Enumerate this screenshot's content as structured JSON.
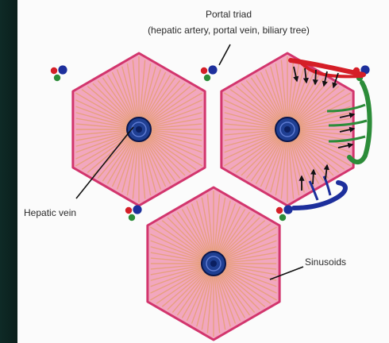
{
  "labels": {
    "portal_triad_title": "Portal triad",
    "portal_triad_sub": "(hepatic artery, portal vein, biliary tree)",
    "hepatic_vein": "Hepatic vein",
    "sinusoids": "Sinusoids"
  },
  "colors": {
    "background": "#0b1a17",
    "panel": "#fbfbfb",
    "lobule_fill": "#f2a7bf",
    "lobule_stroke": "#d2356d",
    "sinusoid_line": "#e7a07f",
    "central_vein": "#1f3f92",
    "central_vein_core": "#0b1f60",
    "hepatic_artery": "#d51e27",
    "portal_vein": "#1d2f9c",
    "bile_duct": "#2c8c39",
    "arrow": "#111111",
    "label_text": "#2a2a2a"
  },
  "icons": [
    "central-vein-icon",
    "portal-triad-icon",
    "flow-arrow-icon"
  ]
}
